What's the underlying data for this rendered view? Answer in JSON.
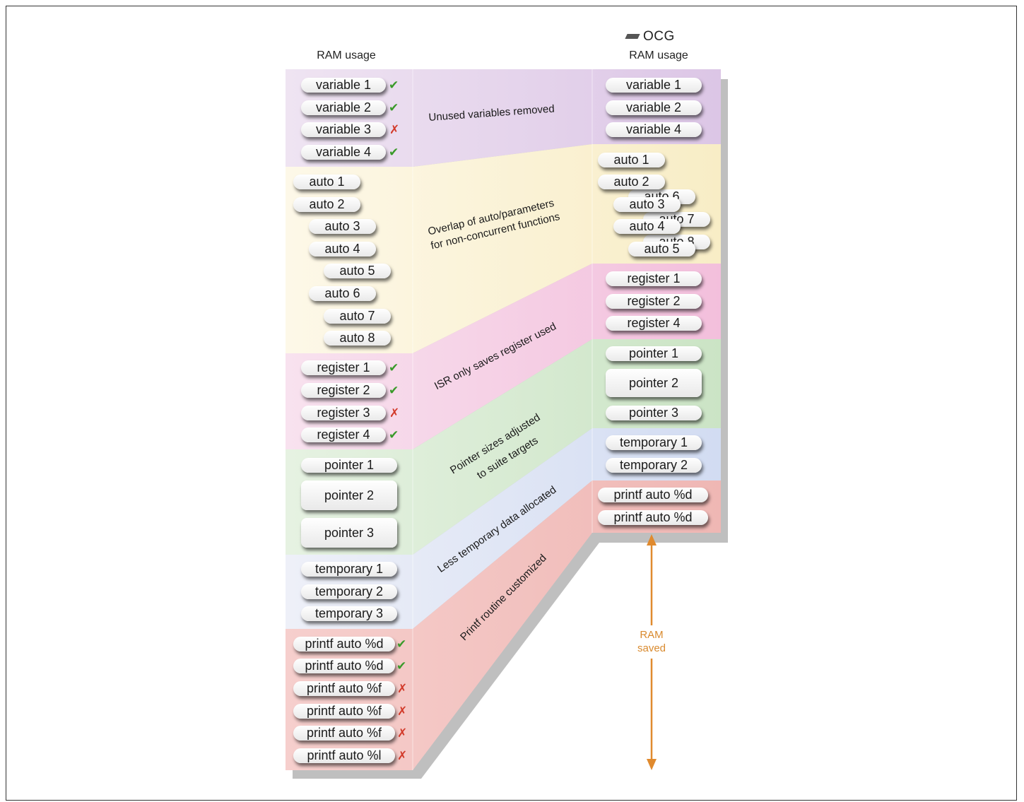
{
  "headers": {
    "left_title": "RAM usage",
    "right_brand": "OCG",
    "right_title": "RAM usage"
  },
  "colors": {
    "variables": "#e3d0ea",
    "auto": "#fbf2d4",
    "registers": "#f6c9e2",
    "pointers": "#d7ebd2",
    "temporary": "#dde4f4",
    "printf": "#f3c1bf",
    "arrow": "#e08a2e",
    "check": "#3a9a2a",
    "cross": "#d23a2a"
  },
  "left_items": {
    "variables": [
      "variable 1",
      "variable 2",
      "variable 3",
      "variable 4"
    ],
    "auto": [
      "auto 1",
      "auto 2",
      "auto 3",
      "auto 4",
      "auto 5",
      "auto 6",
      "auto 7",
      "auto 8"
    ],
    "registers": [
      "register 1",
      "register 2",
      "register 3",
      "register 4"
    ],
    "pointers": [
      "pointer 1",
      "pointer 2",
      "pointer 3"
    ],
    "temporary": [
      "temporary 1",
      "temporary 2",
      "temporary 3"
    ],
    "printf": [
      "printf auto %d",
      "printf auto %d",
      "printf auto %f",
      "printf auto %f",
      "printf auto %f",
      "printf auto %l"
    ]
  },
  "right_items": {
    "variables": [
      "variable 1",
      "variable 2",
      "variable 4"
    ],
    "auto": [
      "auto 1",
      "auto 2",
      "auto 6",
      "auto 3",
      "auto 7",
      "auto 4",
      "auto 8",
      "auto 5"
    ],
    "registers": [
      "register 1",
      "register 2",
      "register 4"
    ],
    "pointers": [
      "pointer 1",
      "pointer 2",
      "pointer 3"
    ],
    "temporary": [
      "temporary 1",
      "temporary 2"
    ],
    "printf": [
      "printf auto %d",
      "printf auto %d"
    ]
  },
  "captions": {
    "variables": "Unused variables removed",
    "auto_line1": "Overlap of auto/parameters",
    "auto_line2": "for non-concurrent functions",
    "registers": "ISR only saves register used",
    "pointers_line1": "Pointer sizes adjusted",
    "pointers_line2": "to suite targets",
    "temporary": "Less temporary data allocated",
    "printf": "Printf routine customized"
  },
  "saved_label": {
    "line1": "RAM",
    "line2": "saved"
  },
  "marks": {
    "check": "✔",
    "cross": "✗"
  }
}
